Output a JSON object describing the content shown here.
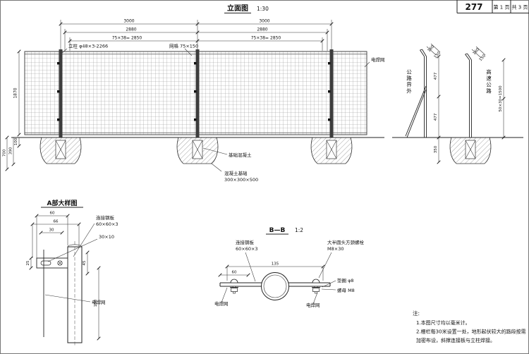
{
  "page": {
    "sheet_no": "277",
    "page_label": "第 1 页",
    "total_label": "共 3 页"
  },
  "elevation": {
    "title": "立面图",
    "scale": "1:30",
    "dim_span1": "3000",
    "dim_span2": "3000",
    "dim_sub1": "2880",
    "dim_sub2": "2880",
    "dim_grid1": "75×38= 2850",
    "dim_grid2": "75×38= 2850",
    "label_post": "立柱 φ48×3-2266",
    "label_mesh_size": "网格 75×150",
    "label_mesh": "电焊网",
    "dim_height": "1870",
    "dim_100": "100",
    "dim_700": "700",
    "dim_390": "390",
    "label_foundation": "基础混凝土",
    "label_foundation2": "混凝土基础",
    "label_foundation_size": "300×300×500"
  },
  "side": {
    "label_left": "公路界外",
    "label_right": "高速公路",
    "dim_160a": "160",
    "dim_150a": "150",
    "dim_160b": "160",
    "dim_150b": "150",
    "dim_477a": "477",
    "dim_477b": "477",
    "dim_350": "350",
    "dim_1500": "50×30=1500"
  },
  "detailA": {
    "title": "A部大样图",
    "label_plate": "连接钢板",
    "label_plate_size": "60×60×3",
    "label_slot": "30×10",
    "label_mesh": "电焊网",
    "dim_60": "60",
    "dim_66": "66",
    "dim_30": "30",
    "dim_25": "25",
    "dim_45": "45",
    "dim_150": "150"
  },
  "sectionBB": {
    "title": "B—B",
    "scale": "1:2",
    "label_plate": "连接钢板",
    "label_plate_size": "60×60×3",
    "label_bolt": "大半圆头方颈螺栓",
    "label_bolt_size": "M8×30",
    "label_washer": "垫圈 φ8",
    "label_nut": "螺母 M8",
    "label_mesh_left": "电焊网",
    "label_mesh_right": "电焊网",
    "dim_135": "135",
    "dim_60": "60"
  },
  "notes": {
    "head": "注:",
    "line1": "1.本图尺寸均以毫米计。",
    "line2": "2.栅栏每30米设置一处，地形起伏较大的路段按需",
    "line3": "加密布设，斜撑连接板与立柱焊接。"
  }
}
